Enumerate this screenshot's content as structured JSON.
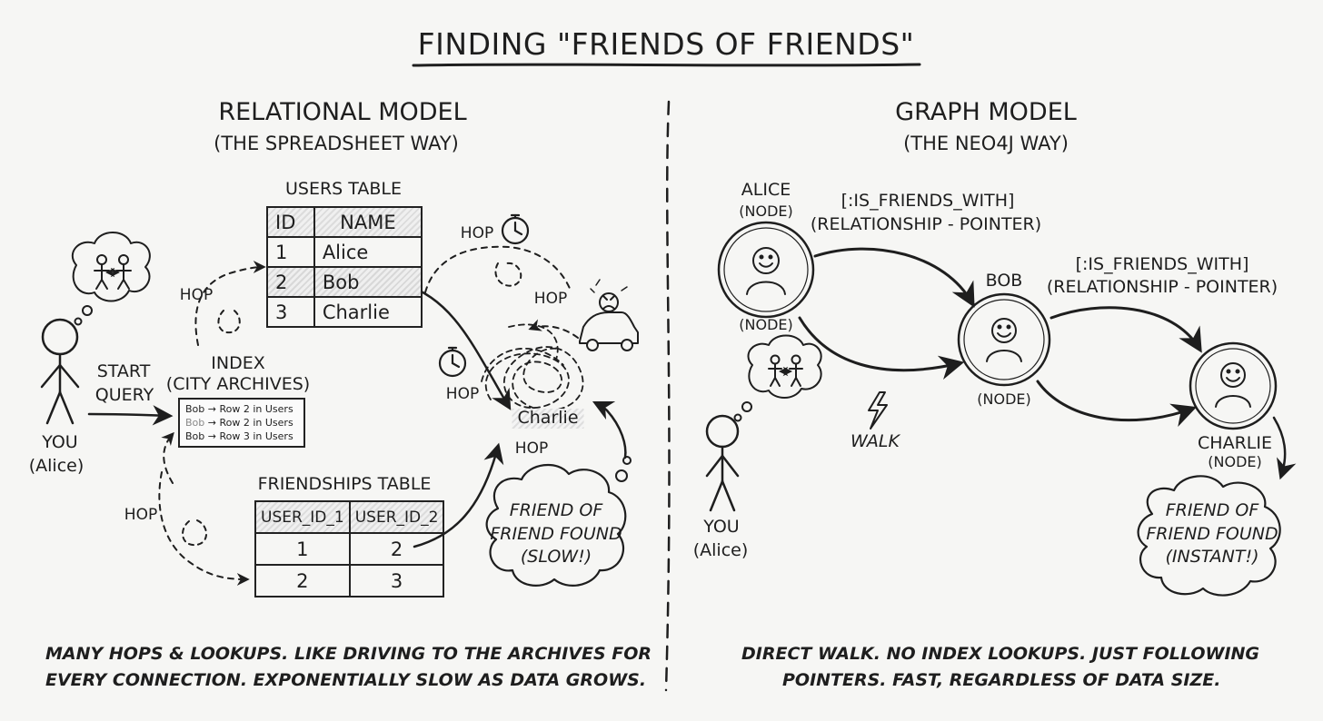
{
  "title": "FINDING \"FRIENDS OF FRIENDS\"",
  "relational": {
    "heading": "RELATIONAL MODEL",
    "subheading": "(THE SPREADSHEET WAY)",
    "you_label": "YOU",
    "you_name": "(Alice)",
    "start_query_1": "START",
    "start_query_2": "QUERY",
    "index_title": "INDEX",
    "index_subtitle": "(CITY ARCHIVES)",
    "index_rows": [
      {
        "name": "Bob",
        "rest": " → Row 2 in Users"
      },
      {
        "name": "Bob",
        "rest": " → Row 2 in Users"
      },
      {
        "name": "Bob",
        "rest": " → Row 3 in Users"
      }
    ],
    "users_table": {
      "title": "USERS TABLE",
      "headers": [
        "ID",
        "NAME"
      ],
      "rows": [
        [
          "1",
          "Alice"
        ],
        [
          "2",
          "Bob"
        ],
        [
          "3",
          "Charlie"
        ]
      ]
    },
    "friendships_table": {
      "title": "FRIENDSHIPS TABLE",
      "headers": [
        "USER_ID_1",
        "USER_ID_2"
      ],
      "rows": [
        [
          "1",
          "2"
        ],
        [
          "2",
          "3"
        ]
      ]
    },
    "hop_labels": [
      "HOP",
      "HOP",
      "HOP",
      "HOP",
      "HOP",
      "HOP"
    ],
    "charlie_label": "Charlie",
    "result_cloud": [
      "FRIEND OF",
      "FRIEND FOUND",
      "(SLOW!)"
    ],
    "caption": [
      "MANY HOPS & LOOKUPS. LIKE DRIVING TO THE ARCHIVES FOR",
      "EVERY CONNECTION. EXPONENTIALLY SLOW AS DATA GROWS."
    ]
  },
  "graph": {
    "heading": "GRAPH MODEL",
    "subheading": "(THE NEO4J WAY)",
    "alice_label": "ALICE",
    "alice_node_top": "(NODE)",
    "alice_node_bottom": "(NODE)",
    "rel1_line1": "[:IS_FRIENDS_WITH]",
    "rel1_line2": "(RELATIONSHIP - POINTER)",
    "bob_label": "BOB",
    "bob_node": "(NODE)",
    "rel2_line1": "[:IS_FRIENDS_WITH]",
    "rel2_line2": "(RELATIONSHIP - POINTER)",
    "charlie_label": "CHARLIE",
    "charlie_node": "(NODE)",
    "walk_label": "WALK",
    "you_label": "YOU",
    "you_name": "(Alice)",
    "result_cloud": [
      "FRIEND OF",
      "FRIEND FOUND",
      "(INSTANT!)"
    ],
    "caption": [
      "DIRECT WALK. NO INDEX LOOKUPS. JUST FOLLOWING",
      "POINTERS. FAST, REGARDLESS OF DATA SIZE."
    ]
  },
  "icons": [
    "stick-figure-icon",
    "question-mark-icon",
    "thought-cloud-icon",
    "stopwatch-icon",
    "angry-driver-car-icon",
    "smiley-face-icon",
    "lightning-bolt-icon"
  ]
}
